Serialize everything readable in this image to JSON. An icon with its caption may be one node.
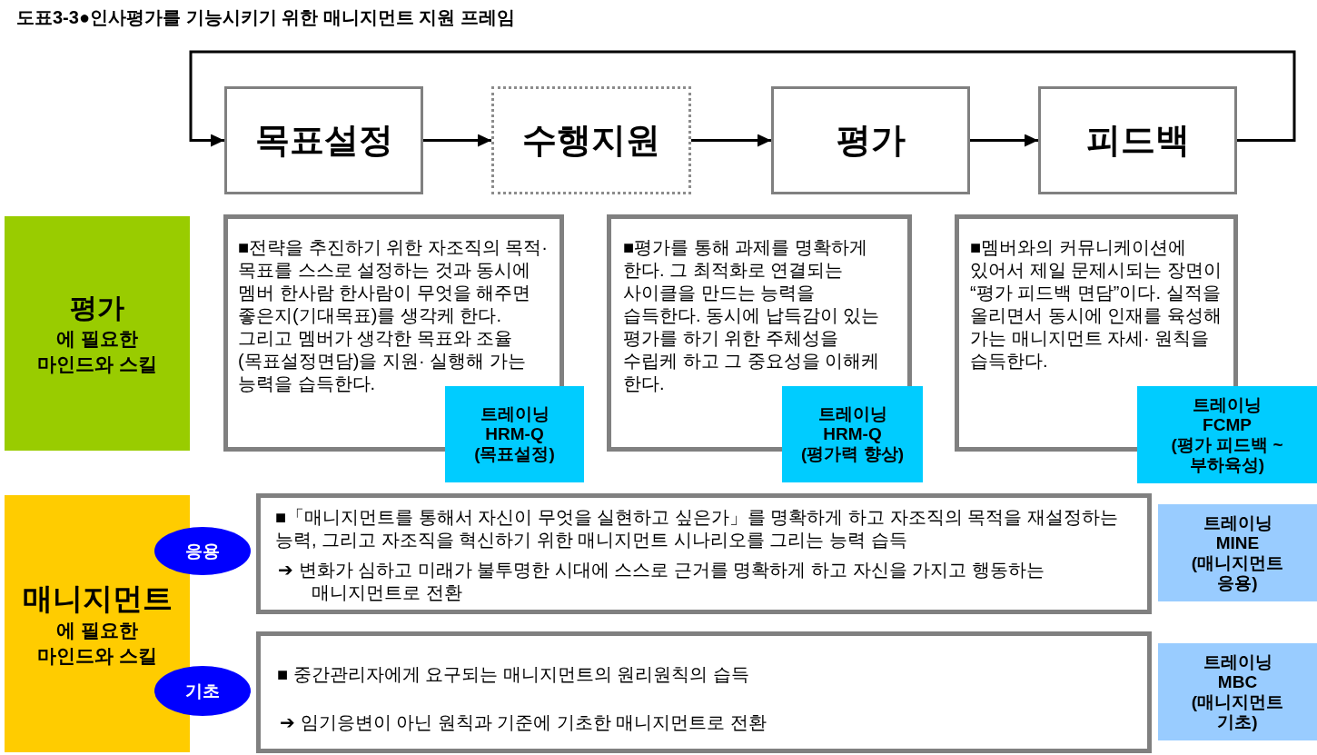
{
  "diagram": {
    "title": "도표3-3●인사평가를 기능시키기 위한 매니지먼트 지원 프레임",
    "nodes": [
      {
        "text": [
          "목표설정"
        ]
      },
      {
        "text": [
          "수행지원"
        ]
      },
      {
        "text": [
          "평가"
        ]
      },
      {
        "text": [
          "피드백"
        ]
      },
      {
        "text": [
          "평가",
          "에 필요한 마인드와 스킬"
        ]
      },
      {
        "text": [
          "■전략을 추진하기 위한 자조직의 목적· 목표를 스스로 설정하는 것과 동시에 멤버 한사람 한사람이 무엇을 해주면 좋은지(기대목표)를 생각케 한다. 그리고 멤버가 생각한 목표와 조율(목표설정면담)을 지원· 실행해 가는 능력을 습득한다."
        ]
      },
      {
        "text": [
          "트레이닝",
          "HRM-Q",
          "(목표설정)"
        ]
      },
      {
        "text": [
          "■평가를 통해 과제를 명확하게 한다. 그 최적화로 연결되는 사이클을 만드는 능력을 습득한다. 동시에 납득감이 있는 평가를 하기 위한 주체성을 수립케 하고 그 중요성을 이해케 한다."
        ]
      },
      {
        "text": [
          "트레이닝",
          "HRM-Q",
          "(평가력 향상)"
        ]
      },
      {
        "text": [
          "■멤버와의 커뮤니케이션에 있어서 제일 문제시되는 장면이 “평가 피드백 면담”이다. 실적을 올리면서 동시에 인재를 육성해 가는 매니지먼트 자세· 원칙을 습득한다."
        ]
      },
      {
        "text": [
          "트레이닝",
          "FCMP",
          "(평가 피드백 ~부하육성)"
        ]
      },
      {
        "text": [
          "매니지먼트",
          "에 필요한 마인드와 스킬"
        ]
      },
      {
        "text": [
          "응용"
        ]
      },
      {
        "text": [
          "■「매니지먼트를 통해서 자신이 무엇을 실현하고 싶은가」를 명확하게 하고 자조직의 목적을 재설정하는 능력, 그리고 자조직을 혁신하기 위한 매니지먼트 시나리오를 그리는 능력 습득",
          "➔ 변화가 심하고 미래가 불투명한 시대에 스스로 근거를 명확하게 하고 자신을 가지고 행동하는 매니지먼트로 전환"
        ]
      },
      {
        "text": [
          "트레이닝",
          "MINE",
          "(매니지먼트 응용)"
        ]
      },
      {
        "text": [
          "기초"
        ]
      },
      {
        "text": [
          "■ 중간관리자에게 요구되는 매니지먼트의 원리원칙의 습득",
          "➔ 임기응변이 아닌 원칙과 기준에 기초한 매니지먼트로 전환"
        ]
      },
      {
        "text": [
          "트레이닝",
          "MBC",
          "(매니지먼트 기초)"
        ]
      }
    ],
    "edges": [
      {
        "from": 0,
        "to": 1,
        "arrow": "to"
      },
      {
        "from": 1,
        "to": 2,
        "arrow": "to"
      },
      {
        "from": 2,
        "to": 3,
        "arrow": "to"
      },
      {
        "from": 3,
        "to": 0,
        "arrow": "to"
      }
    ]
  }
}
